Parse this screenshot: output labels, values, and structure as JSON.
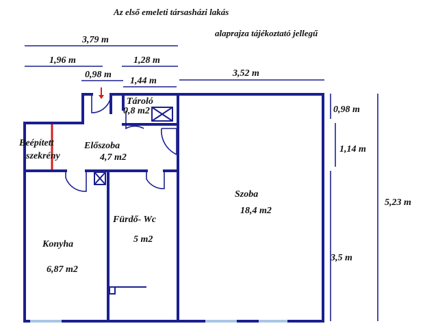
{
  "header": {
    "title_line1": "Az első emeleti társasházi lakás",
    "title_line2": "alaprajza tájékoztató jellegű"
  },
  "dimensions": {
    "d1": "3,79 m",
    "d2": "1,96 m",
    "d3": "1,28 m",
    "d4": "0,98 m",
    "d5": "1,44 m",
    "d6": "3,52 m",
    "right1": "0,98 m",
    "right2": "1,14 m",
    "right3": "3,5 m",
    "right_total": "5,23 m"
  },
  "rooms": {
    "taroló_name": "Tároló",
    "taroló_area": "0,8 m2",
    "eloszoba_name": "Előszoba",
    "eloszoba_area": "4,7 m2",
    "beepitett_line1": "Beépített",
    "beepitett_line2": "szekrény",
    "furdo_name": "Fürdő- Wc",
    "furdo_area": "5 m2",
    "konyha_name": "Konyha",
    "konyha_area": "6,87 m2",
    "szoba_name": "Szoba",
    "szoba_area": "18,4 m2"
  },
  "colors": {
    "wall": "#1b1f8f",
    "accent_red": "#d21f1f",
    "window": "#a9c6e6"
  }
}
